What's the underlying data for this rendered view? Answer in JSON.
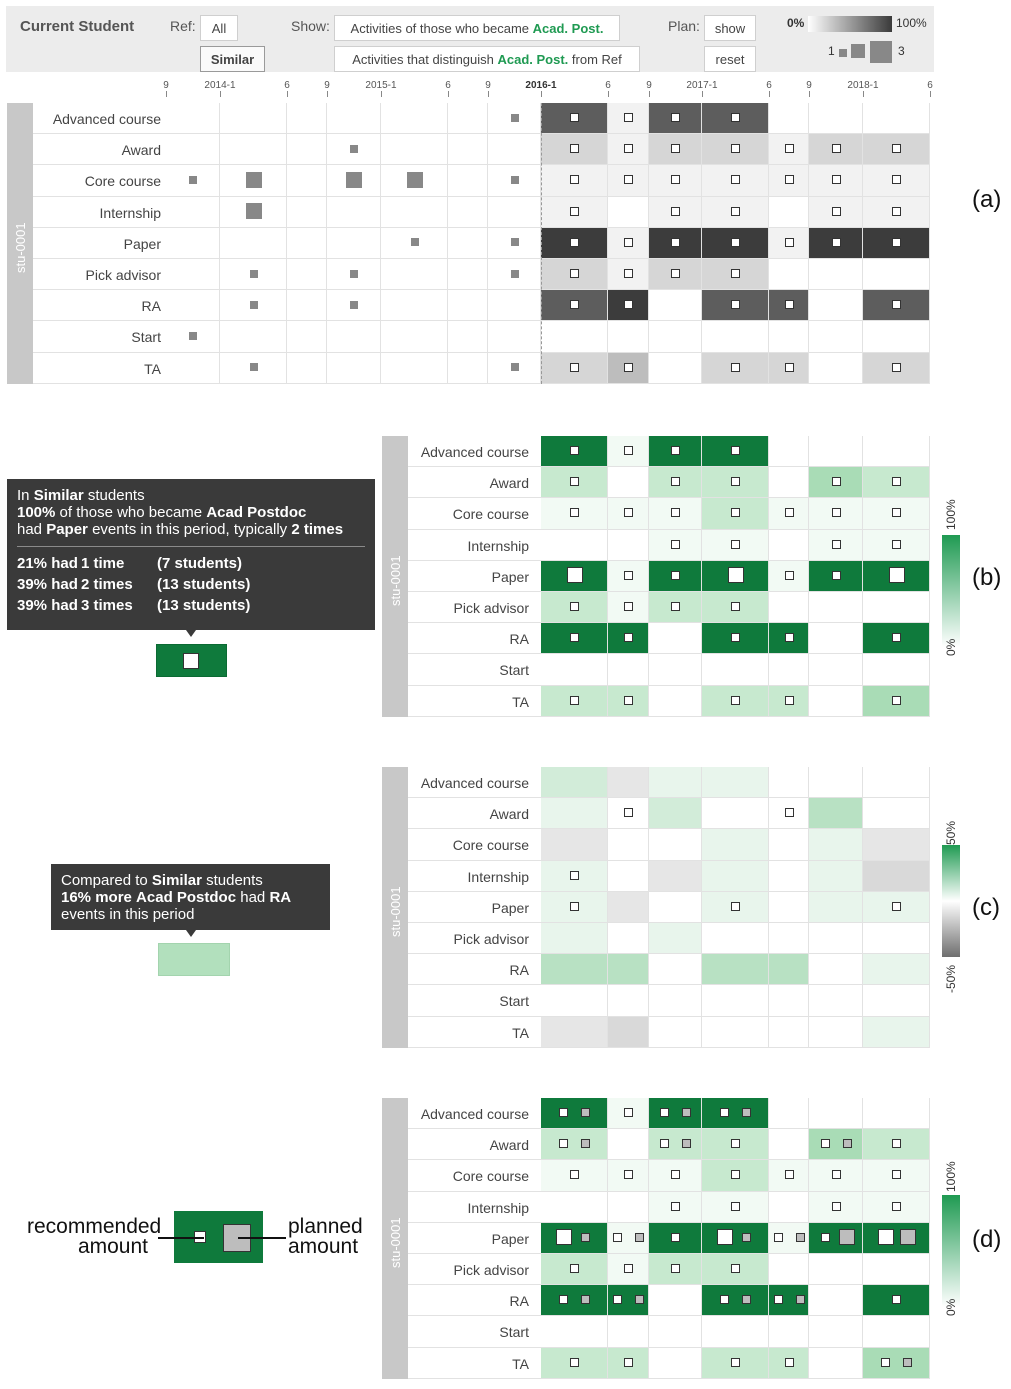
{
  "toolbar": {
    "current_student": "Current Student",
    "ref_label": "Ref:",
    "ref_all": "All",
    "ref_similar": "Similar",
    "show_label": "Show:",
    "show_opt1_prefix": "Activities of those who became ",
    "show_opt1_highlight": "Acad. Post.",
    "show_opt2_prefix": "Activities that distinguish ",
    "show_opt2_highlight": "Acad. Post.",
    "show_opt2_suffix": " from Ref",
    "plan_label": "Plan:",
    "plan_show": "show",
    "plan_reset": "reset",
    "legend_0": "0%",
    "legend_100": "100%",
    "size_min": "1",
    "size_max": "3"
  },
  "timeline": [
    "9",
    "2014-1",
    "6",
    "9",
    "2015-1",
    "6",
    "9",
    "2016-1",
    "6",
    "9",
    "2017-1",
    "6",
    "9",
    "2018-1",
    "6"
  ],
  "student_id": "stu-0001",
  "rows": [
    "Advanced course",
    "Award",
    "Core course",
    "Internship",
    "Paper",
    "Pick advisor",
    "RA",
    "Start",
    "TA"
  ],
  "panel_labels": {
    "a": "(a)",
    "b": "(b)",
    "c": "(c)",
    "d": "(d)"
  },
  "tooltip_b": {
    "l1_pre": "In ",
    "l1_bold": "Similar",
    "l1_post": " students",
    "l2_bold1": "100%",
    "l2_mid": " of those who became ",
    "l2_bold2": "Acad Postdoc",
    "l3_pre": "had ",
    "l3_bold": "Paper",
    "l3_mid": " events in this period, typically ",
    "l3_bold2": "2 times",
    "stats": [
      [
        "21% had",
        "1 time",
        "(7 students)"
      ],
      [
        "39% had",
        "2 times",
        "(13 students)"
      ],
      [
        "39% had",
        "3 times",
        "(13 students)"
      ]
    ]
  },
  "tooltip_c": {
    "l1_pre": "Compared to ",
    "l1_bold": "Similar",
    "l1_post": " students",
    "l2_bold1": "16% more",
    "l2_mid": " ",
    "l2_bold2": "Acad Postdoc",
    "l2_post": " had ",
    "l2_bold3": "RA",
    "l3": "events in this period"
  },
  "legend_b": {
    "top": "100%",
    "bottom": "0%"
  },
  "legend_c": {
    "top": "50%",
    "bottom": "-50%"
  },
  "legend_d": {
    "top": "100%",
    "bottom": "0%"
  },
  "callout_d": {
    "left1": "recommended",
    "left2": "amount",
    "right1": "planned",
    "right2": "amount"
  },
  "colors": {
    "green_dark": "#0f7a3c",
    "gray_dark": "#3c3c3c",
    "accent": "#1f9a52"
  },
  "grid_a": [
    [
      0,
      0,
      0,
      0,
      0,
      0,
      1,
      5,
      1,
      5,
      5,
      0,
      0
    ],
    [
      0,
      0,
      0,
      0,
      0,
      0,
      0,
      2,
      1,
      2,
      2,
      1,
      2,
      2
    ],
    [
      0,
      0,
      0,
      0,
      0,
      0,
      1,
      1,
      1,
      1,
      1,
      1,
      1,
      1
    ],
    [
      0,
      0,
      0,
      0,
      0,
      0,
      0,
      1,
      0,
      1,
      1,
      0,
      1,
      1
    ],
    [
      0,
      0,
      0,
      0,
      0,
      0,
      1,
      6,
      1,
      6,
      6,
      1,
      6,
      6
    ],
    [
      0,
      0,
      0,
      0,
      0,
      0,
      1,
      2,
      1,
      2,
      2,
      0,
      0,
      0
    ],
    [
      0,
      0,
      0,
      0,
      0,
      0,
      1,
      5,
      6,
      0,
      5,
      5,
      0,
      5
    ],
    [
      0,
      0,
      0,
      0,
      0,
      0,
      0,
      0,
      0,
      0,
      0,
      0,
      0,
      0
    ],
    [
      0,
      0,
      0,
      0,
      0,
      0,
      1,
      2,
      3,
      0,
      2,
      2,
      0,
      2
    ]
  ],
  "glyphs_a_pre": [
    [
      [
        6,
        "s"
      ]
    ],
    [
      [
        3,
        "s"
      ]
    ],
    [
      [
        0,
        "s"
      ],
      [
        1,
        "l"
      ],
      [
        3,
        "l"
      ],
      [
        4,
        "l"
      ],
      [
        6,
        "s"
      ]
    ],
    [
      [
        1,
        "l"
      ]
    ],
    [
      [
        4,
        "s"
      ],
      [
        6,
        "s"
      ]
    ],
    [
      [
        1,
        "s"
      ],
      [
        3,
        "s"
      ],
      [
        6,
        "s"
      ]
    ],
    [
      [
        1,
        "s"
      ],
      [
        3,
        "s"
      ]
    ],
    [
      [
        0,
        "s"
      ]
    ],
    [
      [
        1,
        "s"
      ],
      [
        6,
        "s"
      ]
    ]
  ]
}
